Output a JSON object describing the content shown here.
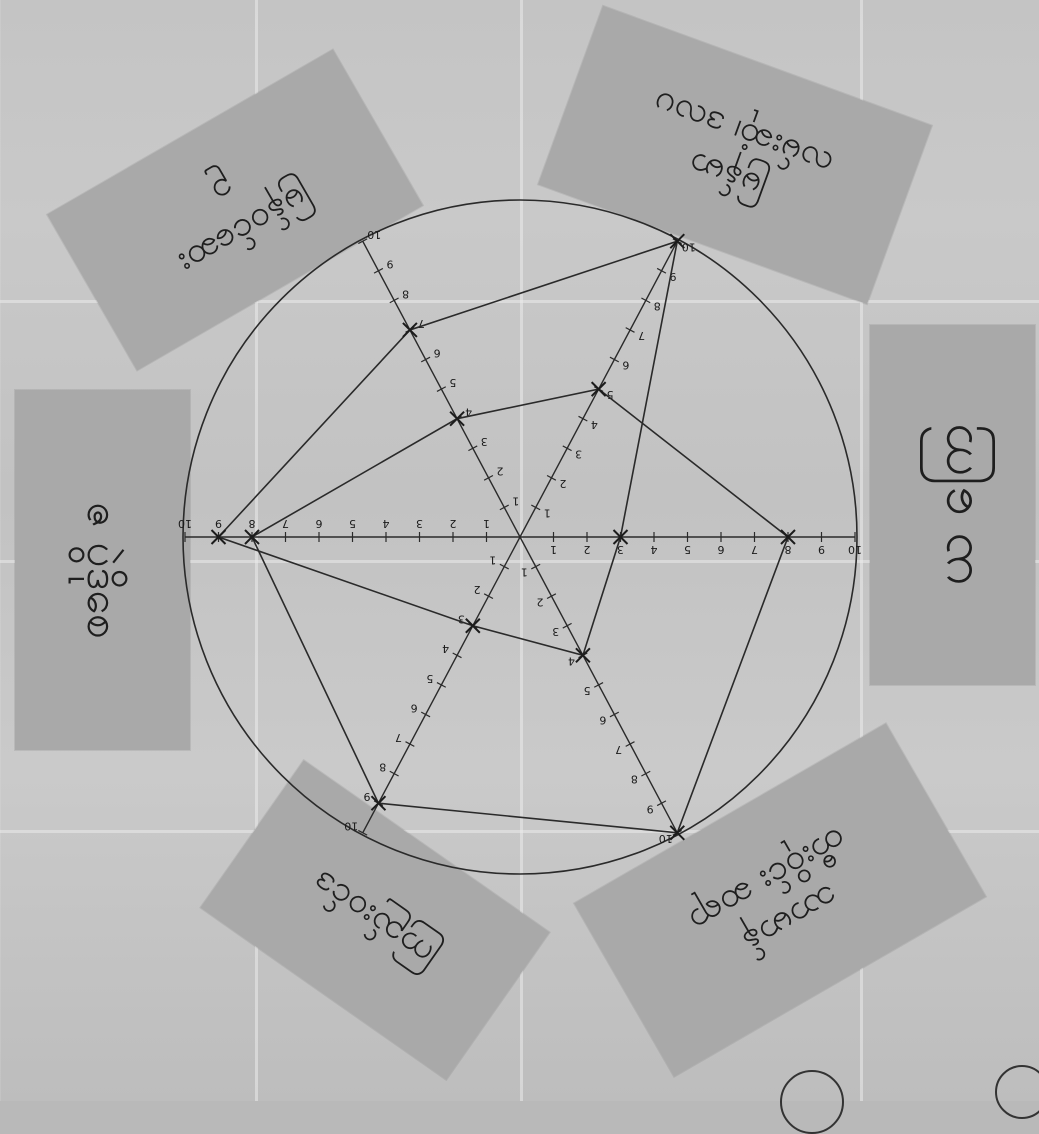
{
  "labels": [
    {
      "id": "top-right",
      "text": "မြန်မာ\nလမ်းဆုံ၊ ဒလပ"
    },
    {
      "id": "right",
      "text": "ယ ကြေ"
    },
    {
      "id": "bottom-right",
      "text": "သာမာန်\nတီးဝိုင်း ဆရာ"
    },
    {
      "id": "bottom",
      "text": "ကြည်းဝင်ဒ"
    },
    {
      "id": "left",
      "text": "ဇ ပွဲဒိုစေ"
    },
    {
      "id": "top-left",
      "text": "မြန်ဝင်ဆေး\nဥ"
    }
  ],
  "spokes": [
    {
      "id": "spoke-right",
      "ticks": [
        "1",
        "2",
        "3",
        "4",
        "5",
        "6",
        "7",
        "8",
        "9",
        "10"
      ],
      "score": 8
    },
    {
      "id": "spoke-upper-right",
      "ticks": [
        "1",
        "2",
        "3",
        "4",
        "5",
        "6",
        "7",
        "8",
        "9",
        "10"
      ],
      "score": 5
    },
    {
      "id": "spoke-upper-left",
      "ticks": [
        "1",
        "2",
        "3",
        "4",
        "5",
        "6",
        "7",
        "8",
        "9",
        "10"
      ],
      "score": 4
    },
    {
      "id": "spoke-left",
      "ticks": [
        "1",
        "2",
        "3",
        "4",
        "5",
        "6",
        "7",
        "8",
        "9",
        "10"
      ],
      "score": 8
    },
    {
      "id": "spoke-lower-left",
      "ticks": [
        "1",
        "2",
        "3",
        "4",
        "5",
        "6",
        "7",
        "8",
        "9",
        "10"
      ],
      "score": 9
    },
    {
      "id": "spoke-lower-right",
      "ticks": [
        "1",
        "2",
        "3",
        "4",
        "5",
        "6",
        "7",
        "8",
        "9",
        "10"
      ],
      "score": 10
    }
  ],
  "second_polygon_scores": [
    3,
    10,
    7,
    9,
    3,
    4
  ]
}
